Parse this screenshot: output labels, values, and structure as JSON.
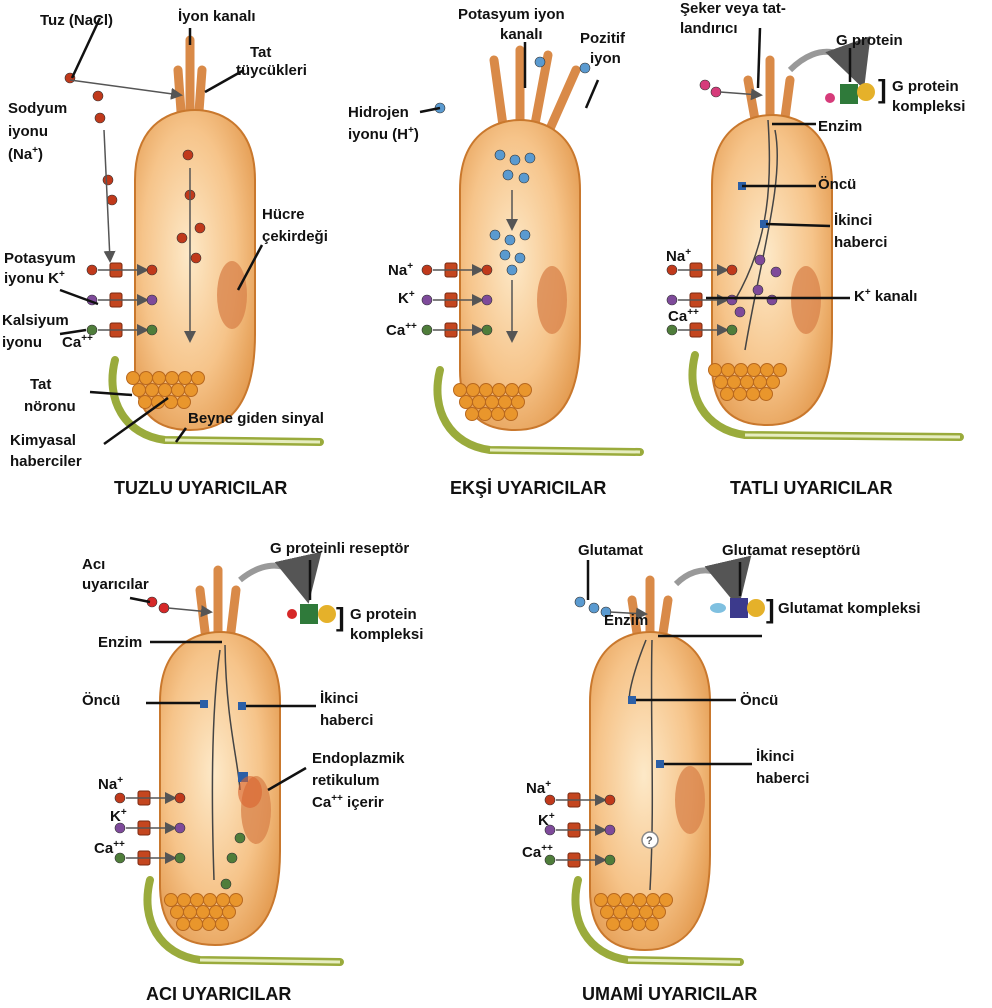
{
  "colors": {
    "cell_fill": "#f2b06a",
    "cell_stroke": "#c9782d",
    "neuron": "#9aab3c",
    "na_ion": "#c0391b",
    "k_ion": "#7e4a9a",
    "ca_ion": "#4f7d3a",
    "h_ion": "#5a9ad0",
    "vesicle": "#e9962c"
  },
  "titles": {
    "salty": "TUZLU UYARICILAR",
    "sour": "EKŞİ UYARICILAR",
    "sweet": "TATLI UYARICILAR",
    "bitter": "ACI UYARICILAR",
    "umami": "UMAMİ UYARICILAR"
  },
  "salty": {
    "salt": "Tuz (NaCl)",
    "ion_channel": "İyon kanalı",
    "taste_hairs_1": "Tat",
    "taste_hairs_2": "tüycükleri",
    "sodium_1": "Sodyum",
    "sodium_2": "iyonu",
    "sodium_3": "(Na",
    "sodium_3_sup": "+",
    "sodium_3_end": ")",
    "nucleus_1": "Hücre",
    "nucleus_2": "çekirdeği",
    "potassium_1": "Potasyum",
    "potassium_2": "iyonu K",
    "potassium_2_sup": "+",
    "calcium_1": "Kalsiyum",
    "calcium_2": "iyonu",
    "calcium_ion": "Ca",
    "calcium_ion_sup": "++",
    "neuron_1": "Tat",
    "neuron_2": "nöronu",
    "chem_1": "Kimyasal",
    "chem_2": "haberciler",
    "signal": "Beyne giden sinyal"
  },
  "sour": {
    "k_channel_1": "Potasyum iyon",
    "k_channel_2": "kanalı",
    "positive_1": "Pozitif",
    "positive_2": "iyon",
    "hydrogen_1": "Hidrojen",
    "hydrogen_2": "iyonu (H",
    "hydrogen_2_sup": "+",
    "hydrogen_2_end": ")",
    "na": "Na",
    "na_sup": "+",
    "k": "K",
    "k_sup": "+",
    "ca": "Ca",
    "ca_sup": "++"
  },
  "sweet": {
    "sugar_1": "Şeker veya tat-",
    "sugar_2": "landırıcı",
    "g_protein": "G protein",
    "complex_1": "G protein",
    "complex_2": "kompleksi",
    "enzyme": "Enzim",
    "precursor": "Öncü",
    "second_1": "İkinci",
    "second_2": "haberci",
    "na": "Na",
    "na_sup": "+",
    "k_channel": "K",
    "k_channel_sup": "+",
    "k_channel_end": " kanalı",
    "ca": "Ca",
    "ca_sup": "++"
  },
  "bitter": {
    "bitter_1": "Acı",
    "bitter_2": "uyarıcılar",
    "receptor": "G proteinli reseptör",
    "complex_1": "G protein",
    "complex_2": "kompleksi",
    "enzyme": "Enzim",
    "precursor": "Öncü",
    "second_1": "İkinci",
    "second_2": "haberci",
    "er_1": "Endoplazmik",
    "er_2": "retikulum",
    "er_3": "Ca",
    "er_3_sup": "++",
    "er_3_end": " içerir",
    "na": "Na",
    "na_sup": "+",
    "k": "K",
    "k_sup": "+",
    "ca": "Ca",
    "ca_sup": "++"
  },
  "umami": {
    "glutamate": "Glutamat",
    "receptor": "Glutamat reseptörü",
    "complex": "Glutamat kompleksi",
    "enzyme": "Enzim",
    "precursor": "Öncü",
    "second_1": "İkinci",
    "second_2": "haberci",
    "unknown": "?",
    "na": "Na",
    "na_sup": "+",
    "k": "K",
    "k_sup": "+",
    "ca": "Ca",
    "ca_sup": "++"
  }
}
